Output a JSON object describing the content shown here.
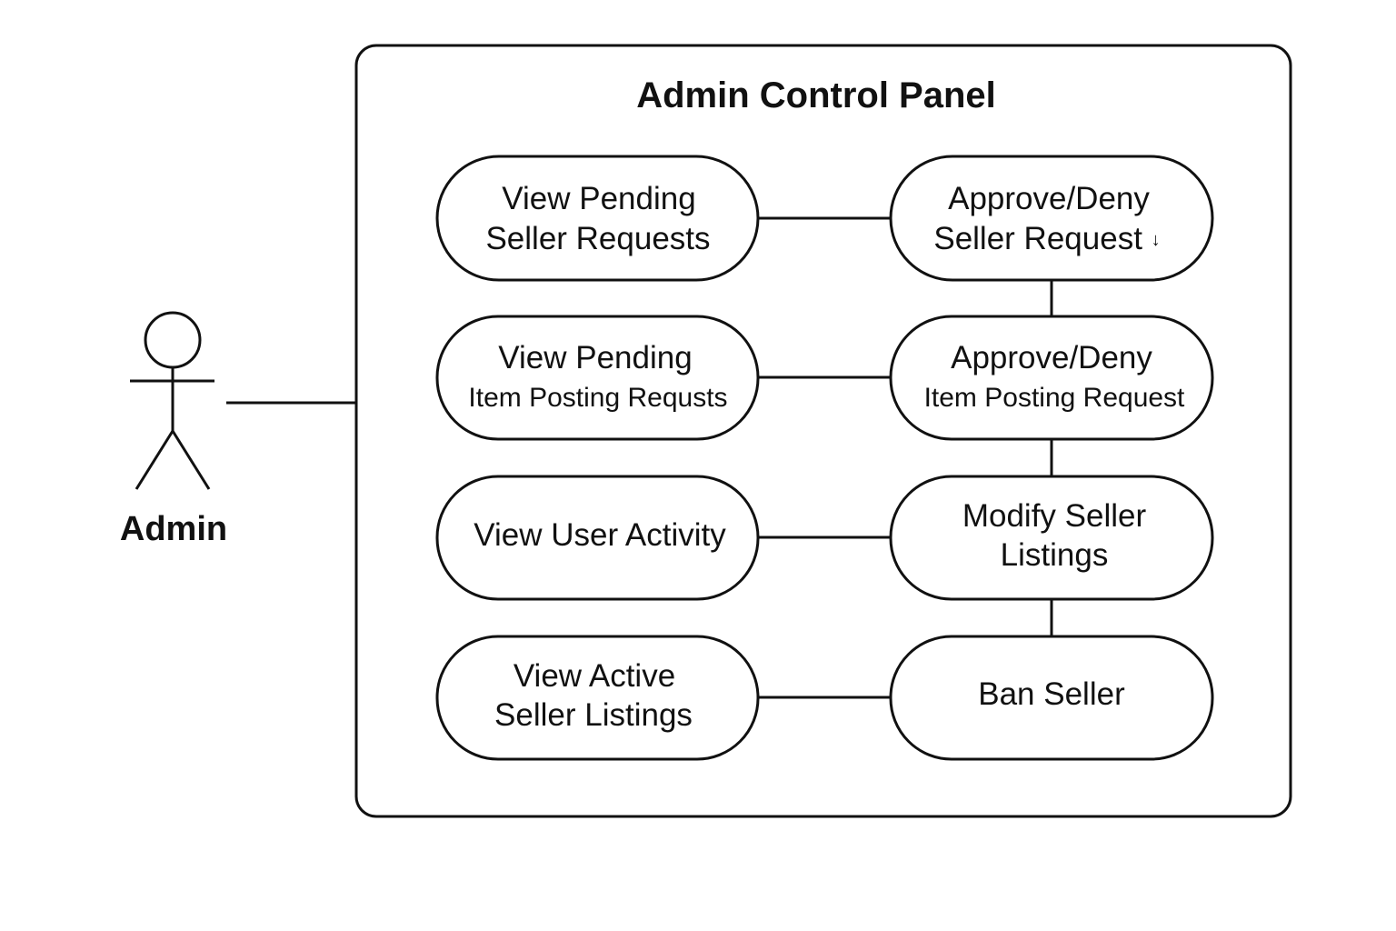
{
  "diagram": {
    "title": "Admin Control Panel",
    "actor": {
      "label": "Admin",
      "icon": "stick-figure-actor-icon"
    },
    "use_cases": {
      "view_pending_seller_requests": {
        "line1": "View Pending",
        "line2": "Seller Requests"
      },
      "approve_deny_seller_request": {
        "line1": "Approve/Deny",
        "line2": "Seller Request ",
        "line2_mark": "↓"
      },
      "view_pending_item_posting_requests": {
        "line1": "View Pending",
        "line2": "Item Posting Requsts"
      },
      "approve_deny_item_posting_request": {
        "line1": "Approve/Deny",
        "line2": "Item Posting Request"
      },
      "view_user_activity": {
        "line1": "View User Activity"
      },
      "modify_seller_listings": {
        "line1": "Modify Seller",
        "line2": "Listings"
      },
      "view_active_seller_listings": {
        "line1": "View Active",
        "line2": "Seller Listings"
      },
      "ban_seller": {
        "line1": "Ban Seller"
      }
    },
    "colors": {
      "stroke": "#111111",
      "background": "#ffffff"
    }
  }
}
